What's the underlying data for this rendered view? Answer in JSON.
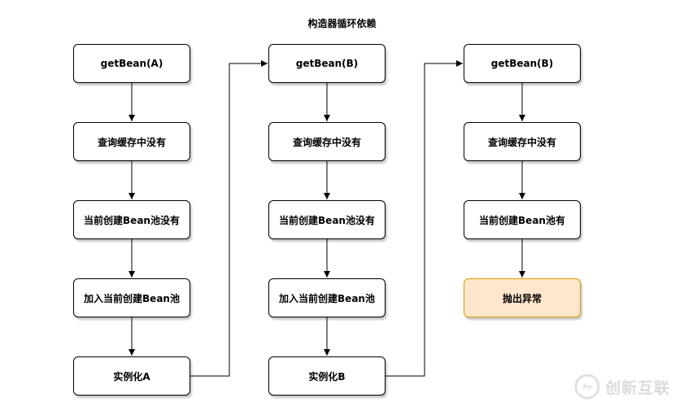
{
  "title": "构造器循环依赖",
  "columns": [
    {
      "nodes": [
        "getBean(A)",
        "查询缓存中没有",
        "当前创建Bean池没有",
        "加入当前创建Bean池",
        "实例化A"
      ]
    },
    {
      "nodes": [
        "getBean(B)",
        "查询缓存中没有",
        "当前创建Bean池没有",
        "加入当前创建Bean池",
        "实例化B"
      ]
    },
    {
      "nodes": [
        "getBean(B)",
        "查询缓存中没有",
        "当前创建Bean池有",
        "抛出异常"
      ]
    }
  ],
  "colors": {
    "line": "#000000",
    "node_fill": "#ffffff",
    "warn_fill": "#ffe6cc",
    "warn_stroke": "#d79b00"
  },
  "watermark": {
    "text": "创新互联",
    "icon": "brand-logo-icon"
  }
}
